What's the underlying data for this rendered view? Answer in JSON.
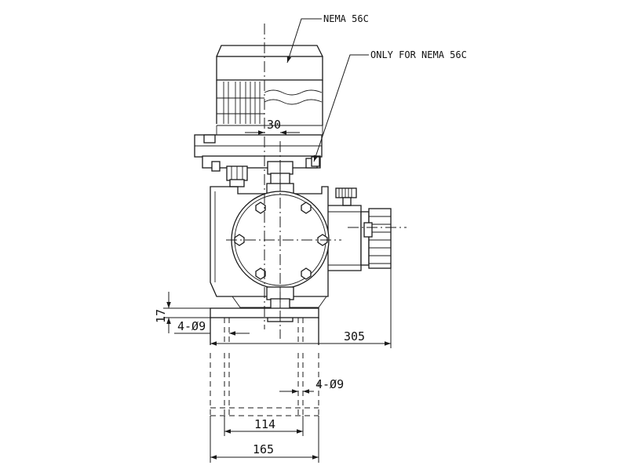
{
  "callouts": {
    "motor": "NEMA 56C",
    "adapter": "ONLY FOR NEMA 56C"
  },
  "dimensions": {
    "offset": "30",
    "foot_height": "17",
    "hole_left": "4-Ø9",
    "overall_width": "305",
    "hole_right": "4-Ø9",
    "hole_spacing": "114",
    "base_width": "165"
  }
}
